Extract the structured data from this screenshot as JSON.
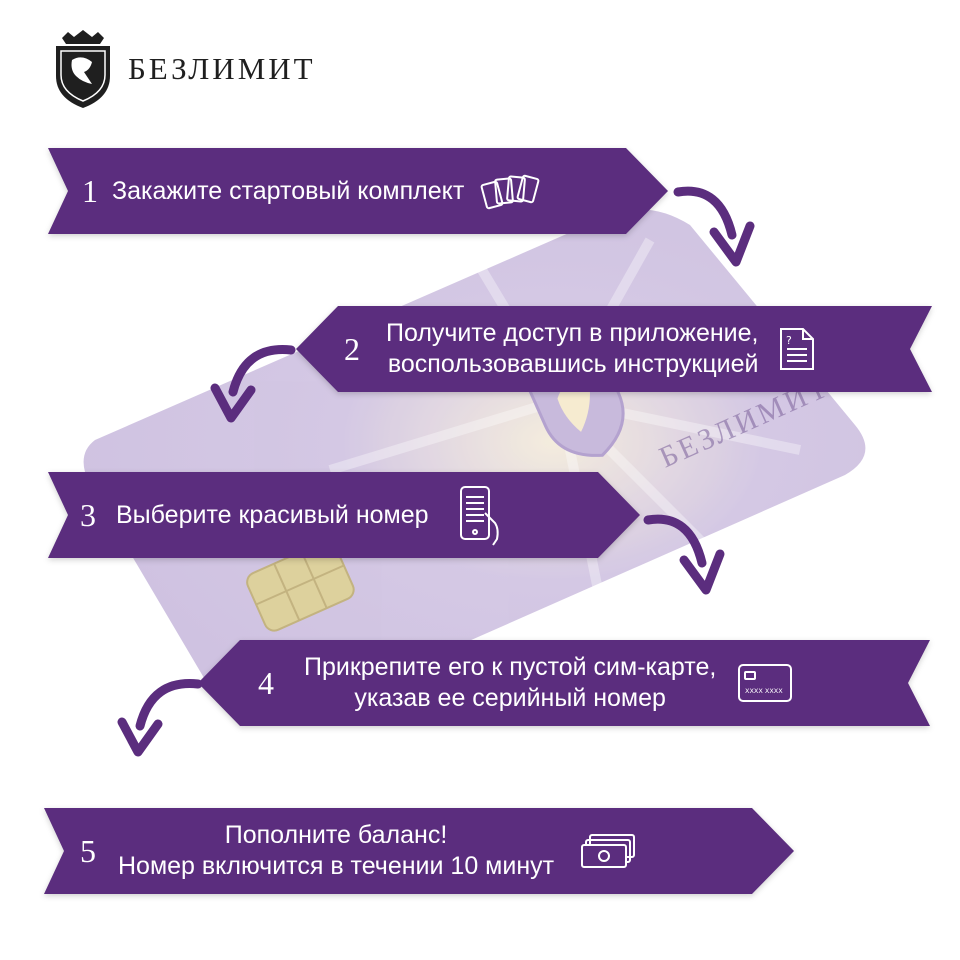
{
  "brand": {
    "name": "БЕЗЛИМИТ",
    "card_text": "БЕЗЛИМИТ"
  },
  "colors": {
    "ribbon": "#5b2d7e",
    "arrow": "#5b2d7e",
    "card": "#cbbcdd",
    "chip": "#d9c98a",
    "text": "#ffffff",
    "brand_text": "#1f1f1f"
  },
  "steps": [
    {
      "number": "1",
      "lines": [
        "Закажите стартовый комплект"
      ],
      "icon": "cards-icon"
    },
    {
      "number": "2",
      "lines": [
        "Получите доступ в приложение,",
        "воспользовавшись инструкцией"
      ],
      "icon": "document-icon"
    },
    {
      "number": "3",
      "lines": [
        "Выберите красивый номер"
      ],
      "icon": "phone-hand-icon"
    },
    {
      "number": "4",
      "lines": [
        "Прикрепите его к пустой сим-карте,",
        "указав ее серийный номер"
      ],
      "icon": "credit-card-icon",
      "icon_text": "XXXX XXXX"
    },
    {
      "number": "5",
      "lines": [
        "Пополните баланс!",
        "Номер включится в течении 10 минут"
      ],
      "icon": "money-icon"
    }
  ]
}
